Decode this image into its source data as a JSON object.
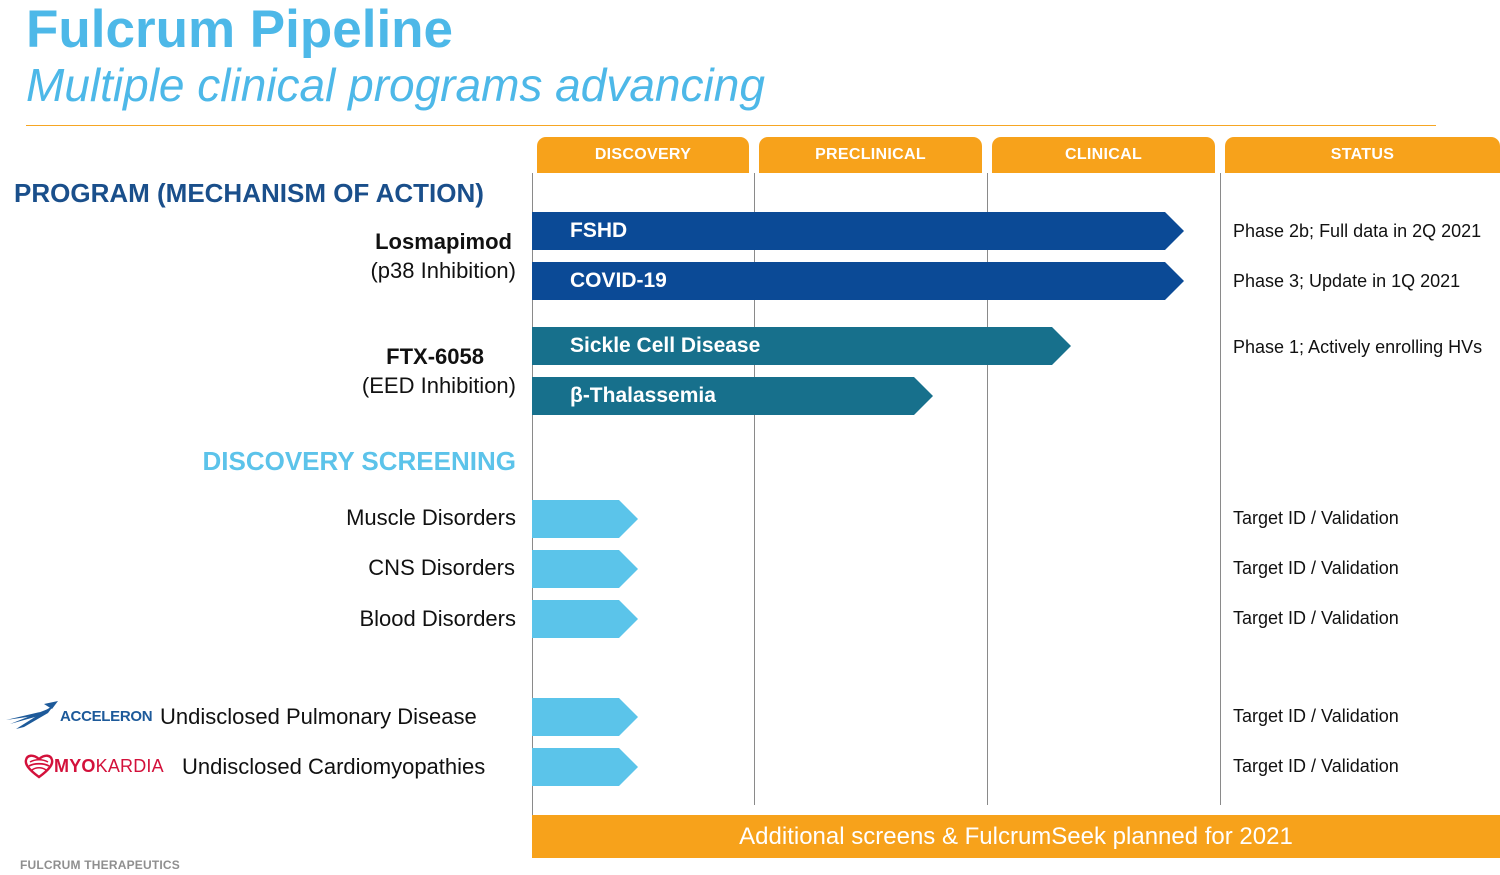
{
  "header": {
    "title": "Fulcrum Pipeline",
    "subtitle": "Multiple clinical programs advancing"
  },
  "phases": [
    "DISCOVERY",
    "PRECLINICAL",
    "CLINICAL",
    "STATUS"
  ],
  "sections": {
    "program": "PROGRAM (MECHANISM OF ACTION)",
    "discovery": "DISCOVERY SCREENING"
  },
  "programs": [
    {
      "name": "Losmapimod",
      "mechanism": "(p38 Inhibition)",
      "indications": [
        {
          "label": "FSHD",
          "status": "Phase 2b; Full data in 2Q 2021"
        },
        {
          "label": "COVID-19",
          "status": "Phase 3; Update in 1Q 2021"
        }
      ]
    },
    {
      "name": "FTX-6058",
      "mechanism": "(EED Inhibition)",
      "indications": [
        {
          "label": "Sickle Cell Disease",
          "status": "Phase 1; Actively enrolling HVs"
        },
        {
          "label": "β-Thalassemia",
          "status": ""
        }
      ]
    }
  ],
  "screening": [
    {
      "label": "Muscle Disorders",
      "status": "Target ID / Validation"
    },
    {
      "label": "CNS Disorders",
      "status": "Target ID / Validation"
    },
    {
      "label": "Blood Disorders",
      "status": "Target ID / Validation"
    }
  ],
  "partnered": [
    {
      "partner": "ACCELERON",
      "label": "Undisclosed Pulmonary Disease",
      "status": "Target ID / Validation"
    },
    {
      "partner_bold": "MYO",
      "partner_thin": "KARDIA",
      "label": "Undisclosed Cardiomyopathies",
      "status": "Target ID / Validation"
    }
  ],
  "footer": {
    "banner": "Additional screens & FulcrumSeek planned for 2021",
    "brand": "FULCRUM THERAPEUTICS"
  },
  "colors": {
    "title": "#4db8e8",
    "orange": "#f7a21b",
    "navy": "#0b4a96",
    "teal": "#17708c",
    "light_blue": "#5bc4ea",
    "section_blue": "#1a4f8b"
  },
  "icons": {
    "acceleron": "acceleron-wing-logo",
    "myokardia": "myokardia-heart-logo"
  }
}
